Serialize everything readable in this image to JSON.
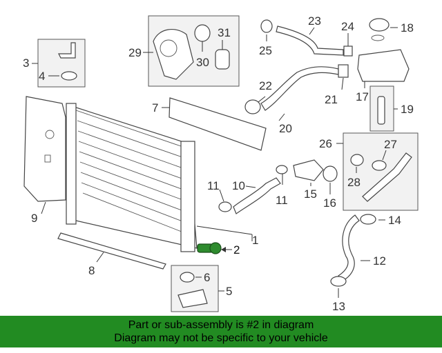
{
  "callouts": {
    "c1": "1",
    "c2": "2",
    "c3": "3",
    "c4": "4",
    "c5": "5",
    "c6": "6",
    "c7": "7",
    "c8": "8",
    "c9": "9",
    "c10": "10",
    "c11a": "11",
    "c11b": "11",
    "c12": "12",
    "c13": "13",
    "c14": "14",
    "c15": "15",
    "c16": "16",
    "c17": "17",
    "c18": "18",
    "c19": "19",
    "c20": "20",
    "c21": "21",
    "c22": "22",
    "c23": "23",
    "c24": "24",
    "c25": "25",
    "c26": "26",
    "c27": "27",
    "c28": "28",
    "c29": "29",
    "c30": "30",
    "c31": "31"
  },
  "banner": {
    "line1": "Part or sub-assembly is #2 in diagram",
    "line2": "Diagram may not be specific to your vehicle"
  },
  "colors": {
    "banner_bg": "#228b22",
    "highlight_part": "#1f7a1f"
  }
}
